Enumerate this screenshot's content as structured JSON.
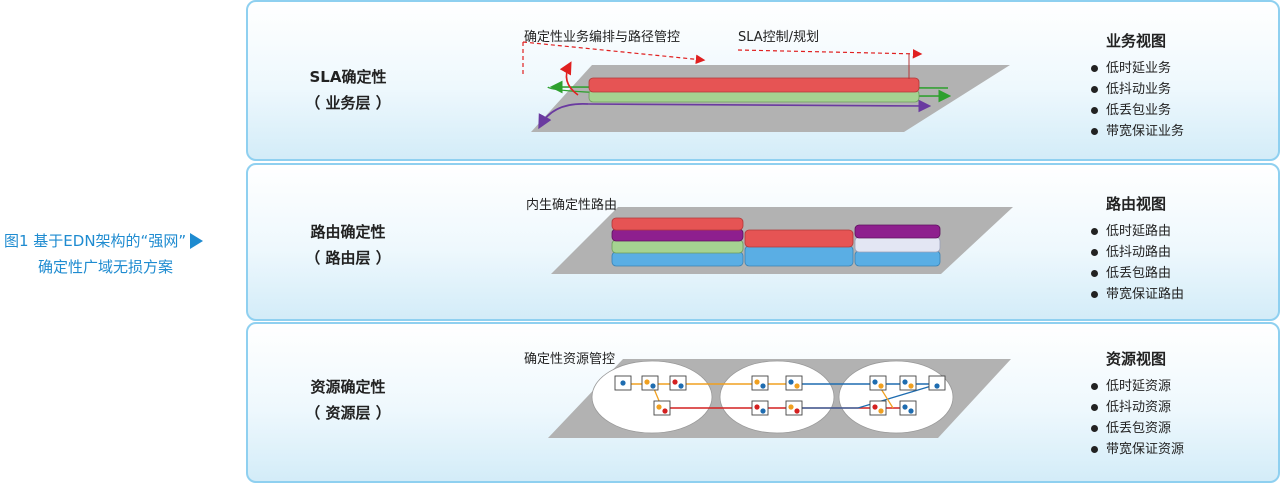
{
  "caption": {
    "line1": "图1  基于EDN架构的“强网”",
    "line2": "确定性广域无损方案"
  },
  "layers": [
    {
      "title": "SLA确定性",
      "subtitle": "（ 业务层 ）",
      "view_title": "业务视图",
      "items": [
        "低时延业务",
        "低抖动业务",
        "低丢包业务",
        "带宽保证业务"
      ],
      "annotations": [
        "确定性业务编排与路径管控",
        "SLA控制/规划"
      ]
    },
    {
      "title": "路由确定性",
      "subtitle": "（ 路由层 ）",
      "view_title": "路由视图",
      "items": [
        "低时延路由",
        "低抖动路由",
        "低丢包路由",
        "带宽保证路由"
      ],
      "annotations": [
        "内生确定性路由"
      ]
    },
    {
      "title": "资源确定性",
      "subtitle": "（ 资源层 ）",
      "view_title": "资源视图",
      "items": [
        "低时延资源",
        "低抖动资源",
        "低丢包资源",
        "带宽保证资源"
      ],
      "annotations": [
        "确定性资源管控"
      ]
    }
  ],
  "colors": {
    "accent_blue": "#1e8bd0",
    "panel_border": "#8fd0f0",
    "plane_gray": "#b2b2b2",
    "pipe_red": "#e65454",
    "pipe_green": "#a5d391",
    "pipe_blue": "#5aaee4",
    "pipe_purple": "#8e1f8e",
    "pipe_lavender": "#e3e6f3",
    "arrow_red": "#e02020",
    "arrow_green": "#2ea02e",
    "arrow_purple": "#6a3aa0",
    "link_orange": "#f0a020"
  }
}
